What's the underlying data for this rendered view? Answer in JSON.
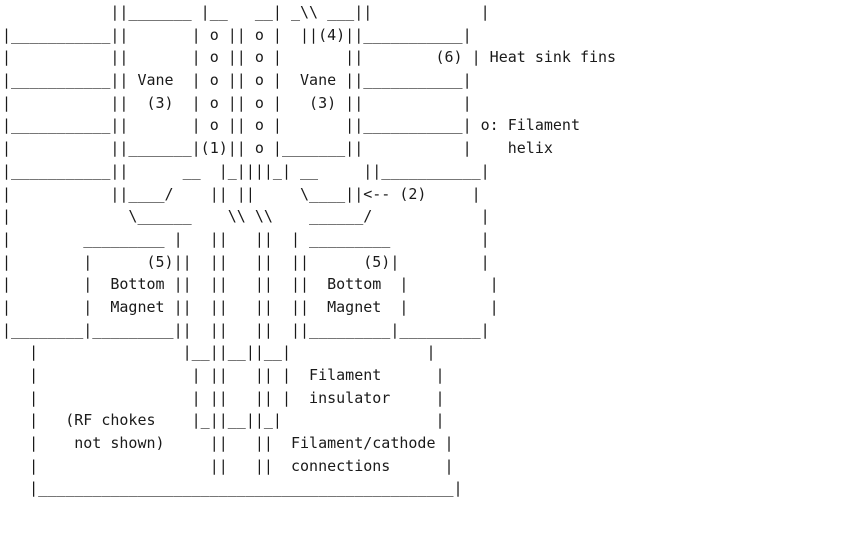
{
  "diagram": {
    "lines": [
      "            ||_______ |__   __| _\\\\ ___||            |",
      "|___________||       | o || o |  ||(4)||___________|",
      "|           ||       | o || o |       ||        (6) | Heat sink fins",
      "|___________|| Vane  | o || o |  Vane ||___________|",
      "|           ||  (3)  | o || o |   (3) ||           |",
      "|___________||       | o || o |       ||___________| o: Filament",
      "|           ||_______|(1)|| o |_______||           |    helix",
      "|___________||      __  |_||||_| __     ||___________|",
      "|           ||____/    || ||     \\____||<-- (2)     |",
      "|             \\______    \\\\ \\\\    ______/            |",
      "|        _________ |   ||   ||  | _________          |",
      "|        |      (5)||  ||   ||  ||      (5)|         |",
      "|        |  Bottom ||  ||   ||  ||  Bottom  |         |",
      "|        |  Magnet ||  ||   ||  ||  Magnet  |         |",
      "|________|_________||  ||   ||  ||_________|_________|",
      "   |                |__||__||__|               |",
      "   |                 | ||   || |  Filament      |",
      "   |                 | ||   || |  insulator     |",
      "   |   (RF chokes    |_||__||_|                 |",
      "   |    not shown)     ||   ||  Filament/cathode |",
      "   |                   ||   ||  connections      |",
      "   |______________________________________________|"
    ]
  }
}
